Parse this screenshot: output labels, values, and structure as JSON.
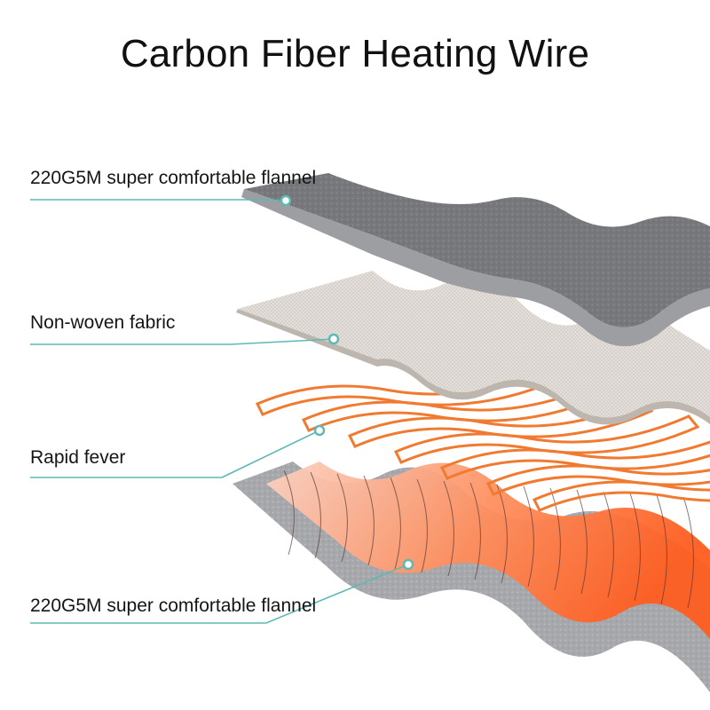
{
  "title": "Carbon Fiber Heating Wire",
  "layers": [
    {
      "label": "220G5M super comfortable flannel",
      "material": "flannel"
    },
    {
      "label": "Non-woven fabric",
      "material": "non-woven"
    },
    {
      "label": "Rapid fever",
      "material": "heating-wire"
    },
    {
      "label": "220G5M super comfortable flannel",
      "material": "flannel"
    }
  ],
  "colors": {
    "flannel_top": "#7b7d80",
    "flannel_edge": "#9fa1a4",
    "nonwoven": "#e2ddd8",
    "heat_pad": "#f5b9a6",
    "heat_hot": "#ff6a2a",
    "wire": "#f07a30",
    "callout": "#5fb8b4",
    "flannel_bottom": "#a9abad"
  }
}
